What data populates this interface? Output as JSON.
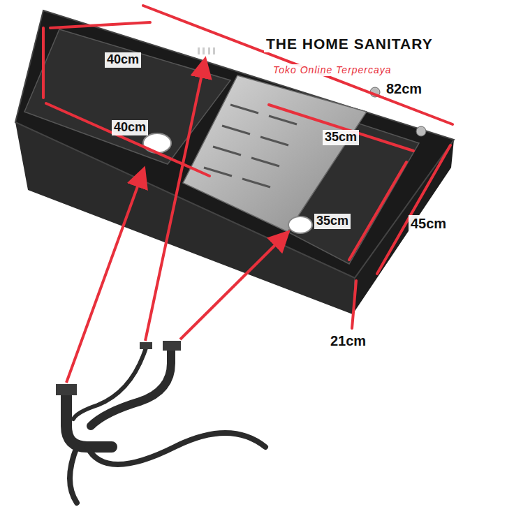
{
  "diagram": {
    "labels": [
      "THE HOME SANITARY",
      "Toko Online Terpercaya",
      "82cm",
      "40cm",
      "40cm",
      "35cm",
      "35cm",
      "45cm",
      "21cm"
    ]
  }
}
